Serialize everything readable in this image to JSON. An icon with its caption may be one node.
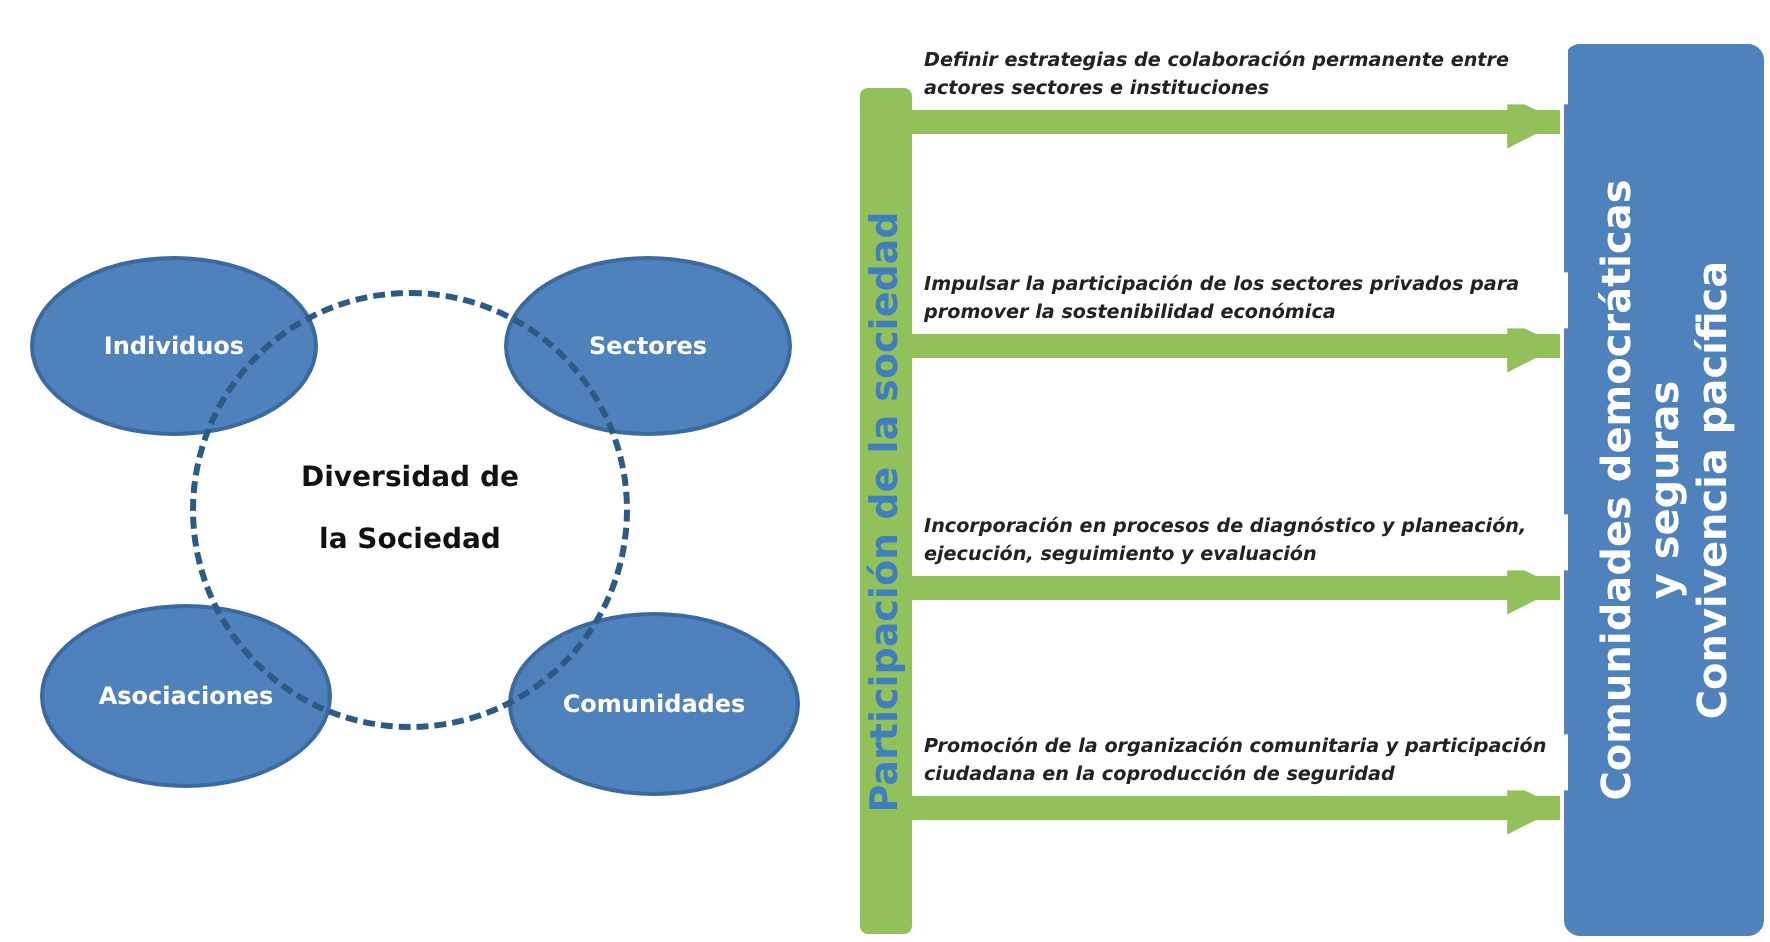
{
  "diagram": {
    "nodes": [
      {
        "text": [
          "Diversidad de la Sociedad"
        ]
      },
      {
        "text": [
          "Individuos"
        ]
      },
      {
        "text": [
          "Sectores"
        ]
      },
      {
        "text": [
          "Asociaciones"
        ]
      },
      {
        "text": [
          "Comunidades"
        ]
      },
      {
        "text": [
          "Participación de la sociedad"
        ]
      },
      {
        "text": [
          "Comunidades democráticas y seguras",
          "Convivencia pacífica"
        ]
      }
    ],
    "edges": [
      {
        "from": 5,
        "to": 6,
        "arrow": "to",
        "label": "Definir estrategias de colaboración permanente entre actores sectores e instituciones"
      },
      {
        "from": 5,
        "to": 6,
        "arrow": "to",
        "label": "Impulsar la participación de los sectores privados para promover la sostenibilidad económica"
      },
      {
        "from": 5,
        "to": 6,
        "arrow": "to",
        "label": "Incorporación en procesos de diagnóstico y planeación, ejecución, seguimiento y evaluación"
      },
      {
        "from": 5,
        "to": 6,
        "arrow": "to",
        "label": "Promoción de la organización comunitaria y participación ciudadana en la coproducción de seguridad"
      }
    ]
  }
}
